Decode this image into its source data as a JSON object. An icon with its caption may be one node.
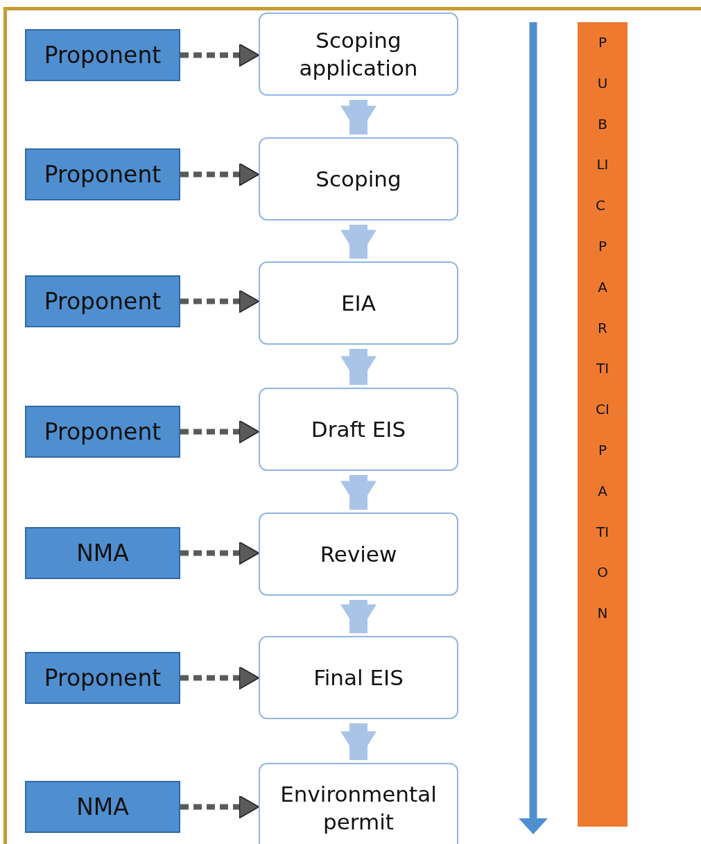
{
  "diagram": {
    "nodes": [
      {
        "text": [
          "Proponent"
        ]
      },
      {
        "text": [
          "Scoping application"
        ]
      },
      {
        "text": [
          "Proponent"
        ]
      },
      {
        "text": [
          "Scoping"
        ]
      },
      {
        "text": [
          "Proponent"
        ]
      },
      {
        "text": [
          "EIA"
        ]
      },
      {
        "text": [
          "Proponent"
        ]
      },
      {
        "text": [
          "Draft EIS"
        ]
      },
      {
        "text": [
          "NMA"
        ]
      },
      {
        "text": [
          "Review"
        ]
      },
      {
        "text": [
          "Proponent"
        ]
      },
      {
        "text": [
          "Final EIS"
        ]
      },
      {
        "text": [
          "NMA"
        ]
      },
      {
        "text": [
          "Environmental permit"
        ]
      },
      {
        "text": [
          "PUBLIC PARTICIPATION"
        ]
      }
    ],
    "edges": [
      {
        "from": 0,
        "to": 1,
        "arrow": "to",
        "style": "dashed"
      },
      {
        "from": 2,
        "to": 3,
        "arrow": "to",
        "style": "dashed"
      },
      {
        "from": 4,
        "to": 5,
        "arrow": "to",
        "style": "dashed"
      },
      {
        "from": 6,
        "to": 7,
        "arrow": "to",
        "style": "dashed"
      },
      {
        "from": 8,
        "to": 9,
        "arrow": "to",
        "style": "dashed"
      },
      {
        "from": 10,
        "to": 11,
        "arrow": "to",
        "style": "dashed"
      },
      {
        "from": 12,
        "to": 13,
        "arrow": "to",
        "style": "dashed"
      },
      {
        "from": 1,
        "to": 3,
        "arrow": "to",
        "style": "thick",
        "color": "#a9c4e6"
      },
      {
        "from": 3,
        "to": 5,
        "arrow": "to",
        "style": "thick",
        "color": "#a9c4e6"
      },
      {
        "from": 5,
        "to": 7,
        "arrow": "to",
        "style": "thick",
        "color": "#a9c4e6"
      },
      {
        "from": 7,
        "to": 9,
        "arrow": "to",
        "style": "thick",
        "color": "#a9c4e6"
      },
      {
        "from": 9,
        "to": 11,
        "arrow": "to",
        "style": "thick",
        "color": "#a9c4e6"
      },
      {
        "from": 11,
        "to": 13,
        "arrow": "to",
        "style": "thick",
        "color": "#a9c4e6"
      }
    ]
  }
}
